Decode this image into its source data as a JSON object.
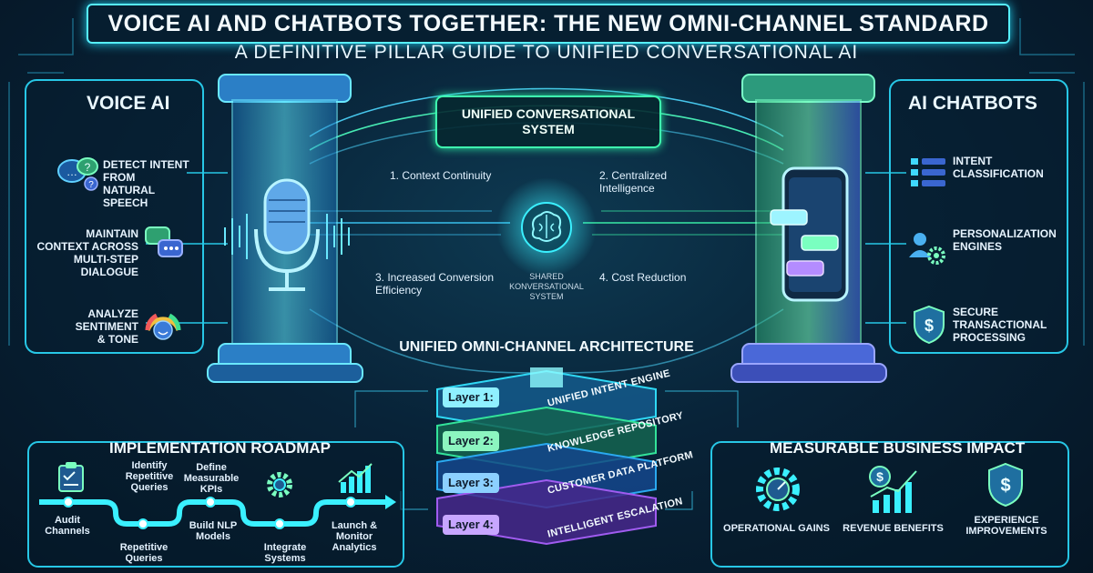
{
  "header": {
    "title": "VOICE AI AND CHATBOTS TOGETHER: THE NEW OMNI-CHANNEL STANDARD",
    "subtitle": "A DEFINITIVE PILLAR GUIDE TO UNIFIED CONVERSATIONAL AI"
  },
  "voice_ai": {
    "label": "VOICE AI",
    "features": [
      "DETECT INTENT FROM NATURAL SPEECH",
      "MAINTAIN CONTEXT ACROSS MULTI-STEP DIALOGUE",
      "ANALYZE SENTIMENT & TONE"
    ]
  },
  "chatbots": {
    "label": "AI CHATBOTS",
    "features": [
      "INTENT CLASSIFICATION",
      "PERSONALIZATION ENGINES",
      "SECURE TRANSACTIONAL PROCESSING"
    ]
  },
  "center": {
    "title": "UNIFIED CONVERSATIONAL SYSTEM",
    "benefits": [
      "1. Context Continuity",
      "2. Centralized Intelligence",
      "3. Increased Conversion Efficiency",
      "4. Cost Reduction"
    ],
    "shared_label": "SHARED KONVERSATIONAL SYSTEM"
  },
  "architecture": {
    "title": "UNIFIED OMNI-CHANNEL ARCHITECTURE",
    "layers": [
      {
        "name": "Layer 1:",
        "label": "UNIFIED INTENT ENGINE",
        "color": "#2fd9f5"
      },
      {
        "name": "Layer 2:",
        "label": "KNOWLEDGE REPOSITORY",
        "color": "#33e39a"
      },
      {
        "name": "Layer 3:",
        "label": "CUSTOMER DATA PLATFORM",
        "color": "#2aa9f0"
      },
      {
        "name": "Layer 4:",
        "label": "INTELLIGENT ESCALATION",
        "color": "#a05cf0"
      }
    ]
  },
  "roadmap": {
    "title": "IMPLEMENTATION ROADMAP",
    "steps_top": [
      "Identify Repetitive Queries",
      "Define Measurable KPIs",
      "Build NLP Models",
      "Launch & Monitor Analytics"
    ],
    "steps_bottom": [
      "Audit Channels",
      "Repetitive Queries",
      "Integrate Systems"
    ]
  },
  "impact": {
    "title": "MEASURABLE BUSINESS IMPACT",
    "items": [
      "OPERATIONAL GAINS",
      "REVENUE BENEFITS",
      "EXPERIENCE IMPROVEMENTS"
    ]
  },
  "icons": [
    "chat-bubbles-icon",
    "speech-icon",
    "sentiment-gauge-icon",
    "list-icon",
    "users-gear-icon",
    "shield-dollar-icon",
    "microphone-icon",
    "smartphone-icon",
    "brain-icon",
    "clipboard-icon",
    "gear-icon",
    "chart-icon",
    "dollar-chart-icon"
  ],
  "colors": {
    "accent_cyan": "#56f0ff",
    "accent_green": "#3fffb0",
    "accent_purple": "#a05cf0",
    "background": "#071a2b"
  }
}
